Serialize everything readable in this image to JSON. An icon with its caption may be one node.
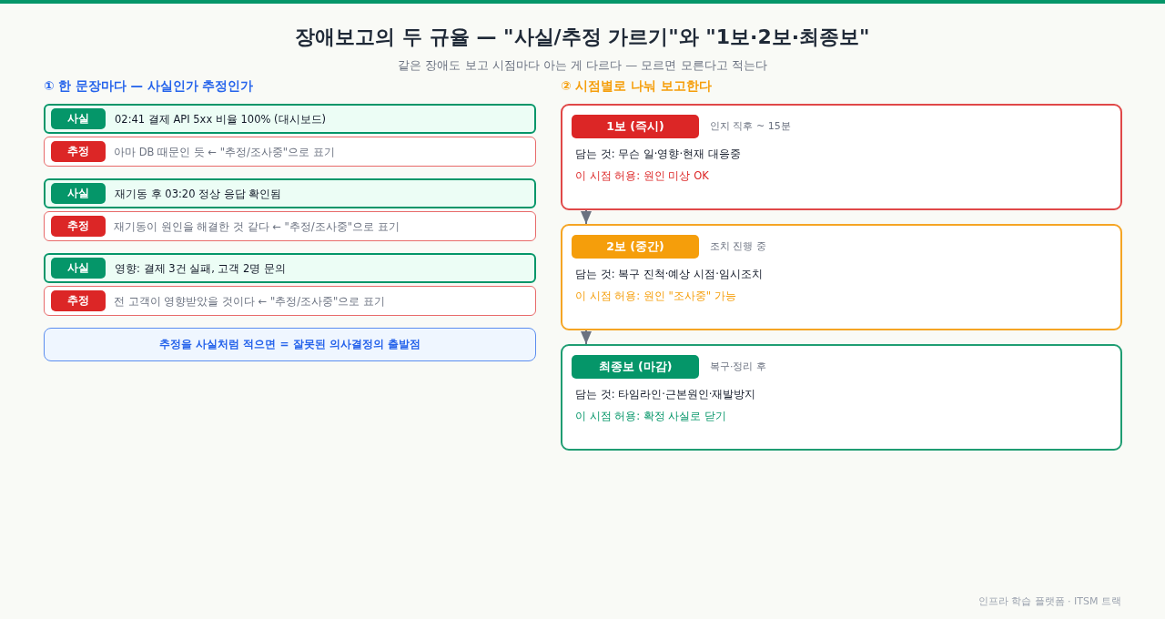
{
  "diagram": {
    "title": "장애보고의 두 규율 — \"사실/추정 가르기\"와 \"1보·2보·최종보\"",
    "nodes": [
      {
        "text": [
          "02:41 결제 API 5xx 비율 100% (대시보드)"
        ]
      },
      {
        "text": [
          "사실"
        ],
        "in": 0
      },
      {
        "text": [
          "아마 DB 때문인 듯 ← \"추정/조사중\"으로 표기"
        ]
      },
      {
        "text": [
          "추정"
        ],
        "in": 2
      },
      {
        "text": [
          "재기동 후 03:20 정상 응답 확인됨"
        ]
      },
      {
        "text": [
          "사실"
        ],
        "in": 4
      },
      {
        "text": [
          "재기동이 원인을 해결한 것 같다 ← \"추정/조사중\"으로 표기"
        ]
      },
      {
        "text": [
          "추정"
        ],
        "in": 6
      },
      {
        "text": [
          "영향: 결제 3건 실패, 고객 2명 문의"
        ]
      },
      {
        "text": [
          "사실"
        ],
        "in": 8
      },
      {
        "text": [
          "전 고객이 영향받았을 것이다 ← \"추정/조사중\"으로 표기"
        ]
      },
      {
        "text": [
          "추정"
        ],
        "in": 10
      },
      {
        "text": [
          "추정을 사실처럼 적으면 = 잘못된 의사결정의 출발점"
        ]
      },
      {
        "text": [
          "담는 것: 무슨 일·영향·현재 대응중",
          "이 시점 허용: 원인 미상 OK"
        ]
      },
      {
        "text": [
          "1보 (즉시)"
        ],
        "in": 13,
        "beside": [
          "인지 직후 ~ 15분"
        ]
      },
      {
        "text": [
          "담는 것: 복구 진척·예상 시점·임시조치",
          "이 시점 허용: 원인 \"조사중\" 가능"
        ]
      },
      {
        "text": [
          "2보 (중간)"
        ],
        "in": 15,
        "beside": [
          "조치 진행 중"
        ]
      },
      {
        "text": [
          "담는 것: 타임라인·근본원인·재발방지",
          "이 시점 허용: 확정 사실로 닫기"
        ]
      },
      {
        "text": [
          "최종보 (마감)"
        ],
        "in": 17,
        "beside": [
          "복구·정리 후"
        ]
      }
    ],
    "edges": [
      {
        "from": 13,
        "to": 15,
        "arrow": "to"
      },
      {
        "from": 15,
        "to": 17,
        "arrow": "to"
      }
    ],
    "labels": [
      "같은 장애도 보고 시점마다 아는 게 다르다 — 모르면 모른다고 적는다",
      "① 한 문장마다 — 사실인가 추정인가",
      "② 시점별로 나눠 보고한다",
      "인프라 학습 플랫폼 · ITSM 트랙"
    ]
  }
}
